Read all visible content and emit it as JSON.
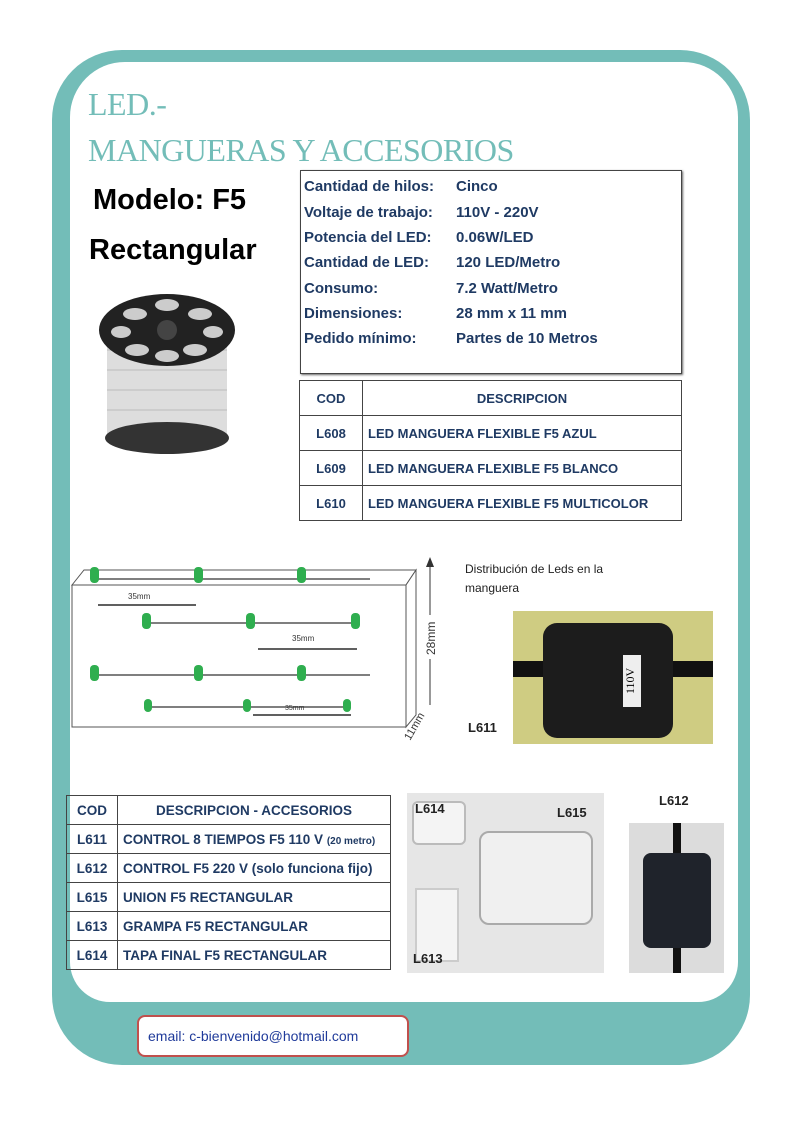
{
  "title": {
    "line1": "LED.-",
    "line2": "MANGUERAS Y ACCESORIOS"
  },
  "model": {
    "label": "Modelo: F5",
    "shape": "Rectangular"
  },
  "specs": [
    {
      "key": "Cantidad de hilos:",
      "value": "Cinco"
    },
    {
      "key": "Voltaje de trabajo:",
      "value": "110V  - 220V"
    },
    {
      "key": "Potencia del LED:",
      "value": "0.06W/LED"
    },
    {
      "key": "Cantidad de LED:",
      "value": "120 LED/Metro"
    },
    {
      "key": "Consumo:",
      "value": "7.2 Watt/Metro"
    },
    {
      "key": "Dimensiones:",
      "value": "28 mm x 11 mm"
    },
    {
      "key": "Pedido mínimo:",
      "value": "Partes de 10 Metros"
    }
  ],
  "products_table": {
    "headers": [
      "COD",
      "DESCRIPCION"
    ],
    "rows": [
      [
        "L608",
        "LED MANGUERA FLEXIBLE F5 AZUL"
      ],
      [
        "L609",
        "LED MANGUERA FLEXIBLE F5 BLANCO"
      ],
      [
        "L610",
        "LED MANGUERA FLEXIBLE F5 MULTICOLOR"
      ]
    ]
  },
  "diagram": {
    "spacing_label": "35mm",
    "height_label": "28mm",
    "depth_label": "11mm",
    "caption": "Distribución de Leds en la manguera"
  },
  "photos": {
    "control_110": {
      "code": "L611",
      "badge": "110V"
    },
    "accessories": {
      "code_a": "L614",
      "code_b": "L615",
      "code_c": "L613"
    },
    "control_220": {
      "code": "L612"
    }
  },
  "accessories_table": {
    "headers": [
      "COD",
      "DESCRIPCION - ACCESORIOS"
    ],
    "rows": [
      [
        "L611",
        "CONTROL 8 TIEMPOS F5 110 V",
        "(20 metro)"
      ],
      [
        "L612",
        "CONTROL F5 220 V (solo funciona fijo)",
        ""
      ],
      [
        "L615",
        "UNION F5 RECTANGULAR",
        ""
      ],
      [
        "L613",
        "GRAMPA F5 RECTANGULAR",
        ""
      ],
      [
        "L614",
        "TAPA FINAL  F5 RECTANGULAR",
        ""
      ]
    ]
  },
  "email": "email: c-bienvenido@hotmail.com",
  "colors": {
    "frame": "#73bdb8",
    "text": "#1f3a63",
    "email_border": "#c0504d"
  }
}
